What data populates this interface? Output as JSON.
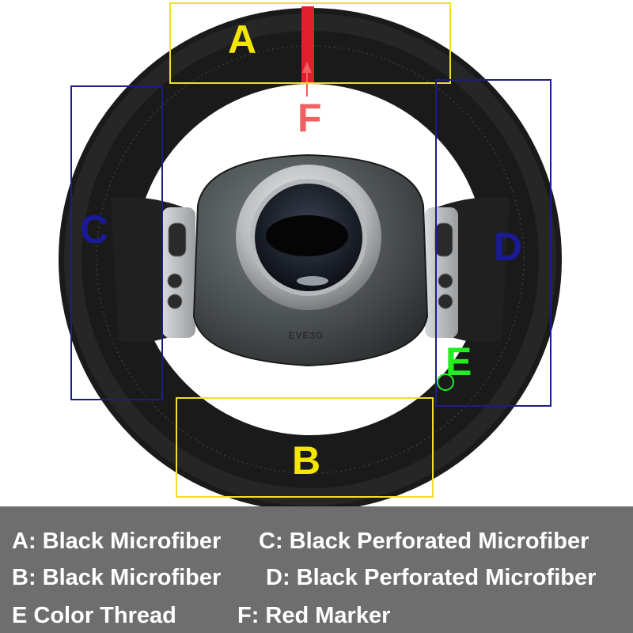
{
  "zones": {
    "a": "A",
    "b": "B",
    "c": "C",
    "d": "D",
    "e": "E",
    "f": "F"
  },
  "hub": {
    "badge": "EVE3G"
  },
  "colors": {
    "zone_box_yellow": "#f2dc2e",
    "zone_box_blue": "#1c1c8c",
    "label_yellow": "#f5e600",
    "label_blue": "#1a1a99",
    "label_green": "#22ee22",
    "marker_red": "#e0202c",
    "arrow_red": "#f06060",
    "legend_background": "#6e6e6e"
  },
  "legend": {
    "a": "A: Black Microfiber",
    "b": "B: Black Microfiber",
    "c": "C: Black Perforated Microfiber",
    "d": "D: Black Perforated Microfiber",
    "e": "E  Color Thread",
    "f": "F: Red Marker"
  }
}
